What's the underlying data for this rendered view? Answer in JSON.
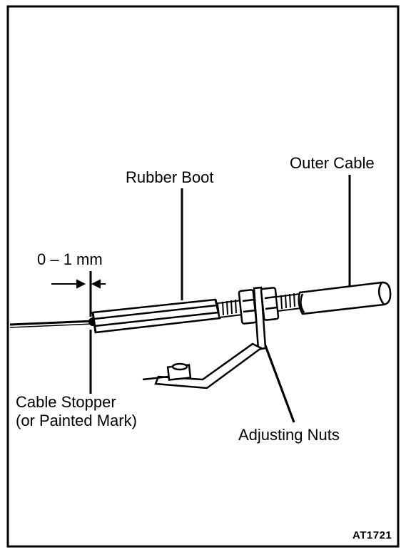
{
  "figure": {
    "labels": {
      "outer_cable": "Outer Cable",
      "rubber_boot": "Rubber Boot",
      "gap": "0 – 1 mm",
      "cable_stopper_line1": "Cable Stopper",
      "cable_stopper_line2": "(or Painted Mark)",
      "adjusting_nuts": "Adjusting Nuts"
    },
    "figure_code": "AT1721",
    "colors": {
      "ink": "#000000",
      "paper": "#ffffff"
    }
  }
}
